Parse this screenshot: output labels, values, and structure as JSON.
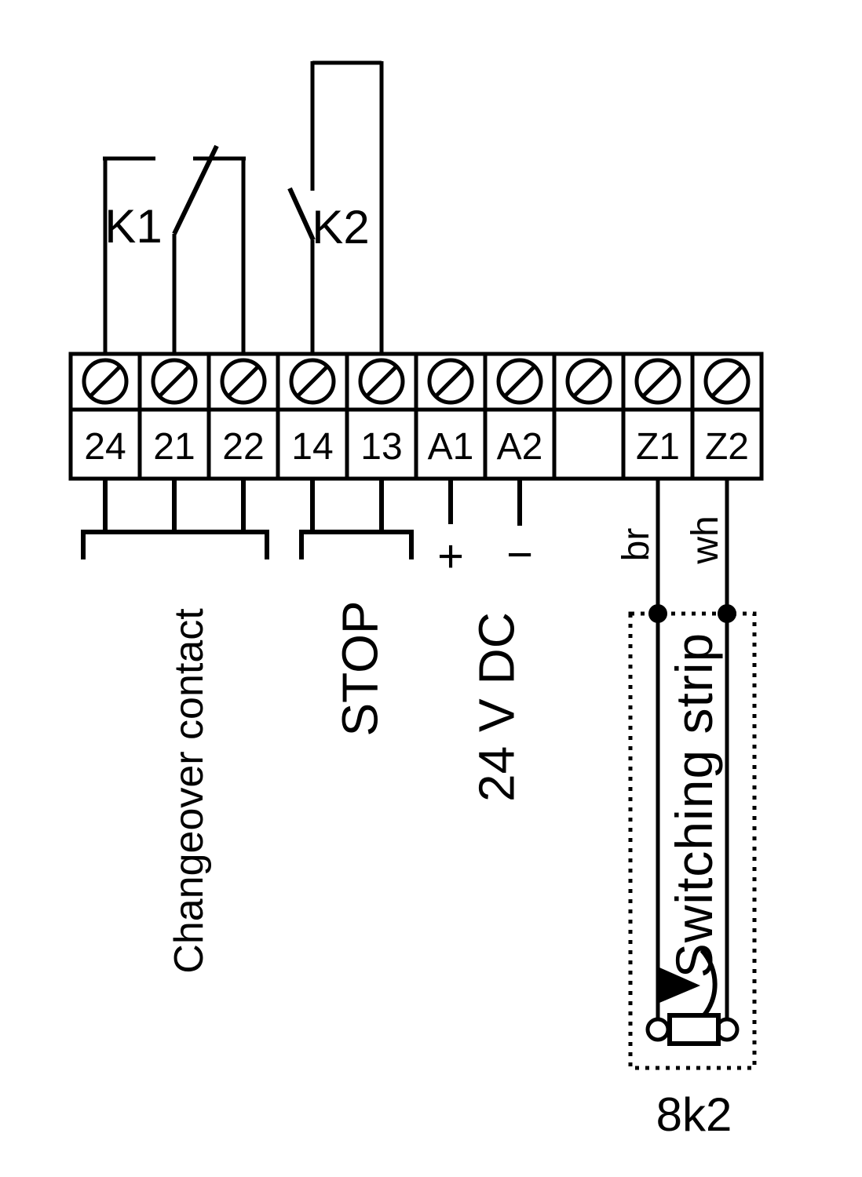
{
  "contacts": {
    "k1": "K1",
    "k2": "K2"
  },
  "terminal_strip": {
    "terminals": [
      "24",
      "21",
      "22",
      "14",
      "13",
      "A1",
      "A2",
      "",
      "Z1",
      "Z2"
    ]
  },
  "groups": {
    "changeover_label": "Changeover contact",
    "stop_label": "STOP",
    "supply_label": "24 V DC",
    "plus": "+",
    "minus": "−"
  },
  "switching_strip": {
    "label": "Switching strip",
    "wire_left": "br",
    "wire_right": "wh",
    "resistor_value": "8k2"
  },
  "colors": {
    "line": "#000000",
    "background": "#ffffff"
  }
}
